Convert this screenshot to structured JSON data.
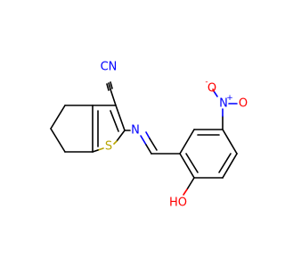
{
  "colors": {
    "carbon_bond": "#000000",
    "nitrogen": "#0000ff",
    "oxygen": "#ff0000",
    "sulfur": "#b8a500",
    "background": "#ffffff"
  },
  "atoms": {
    "nitrile_cn": "CN",
    "imine_n": "N",
    "thiophene_s": "S",
    "nitro_n": "N",
    "nitro_plus": "+",
    "nitro_o_top": "O",
    "nitro_o_minus": "-",
    "nitro_o_right": "O",
    "hydroxyl": "HO"
  }
}
